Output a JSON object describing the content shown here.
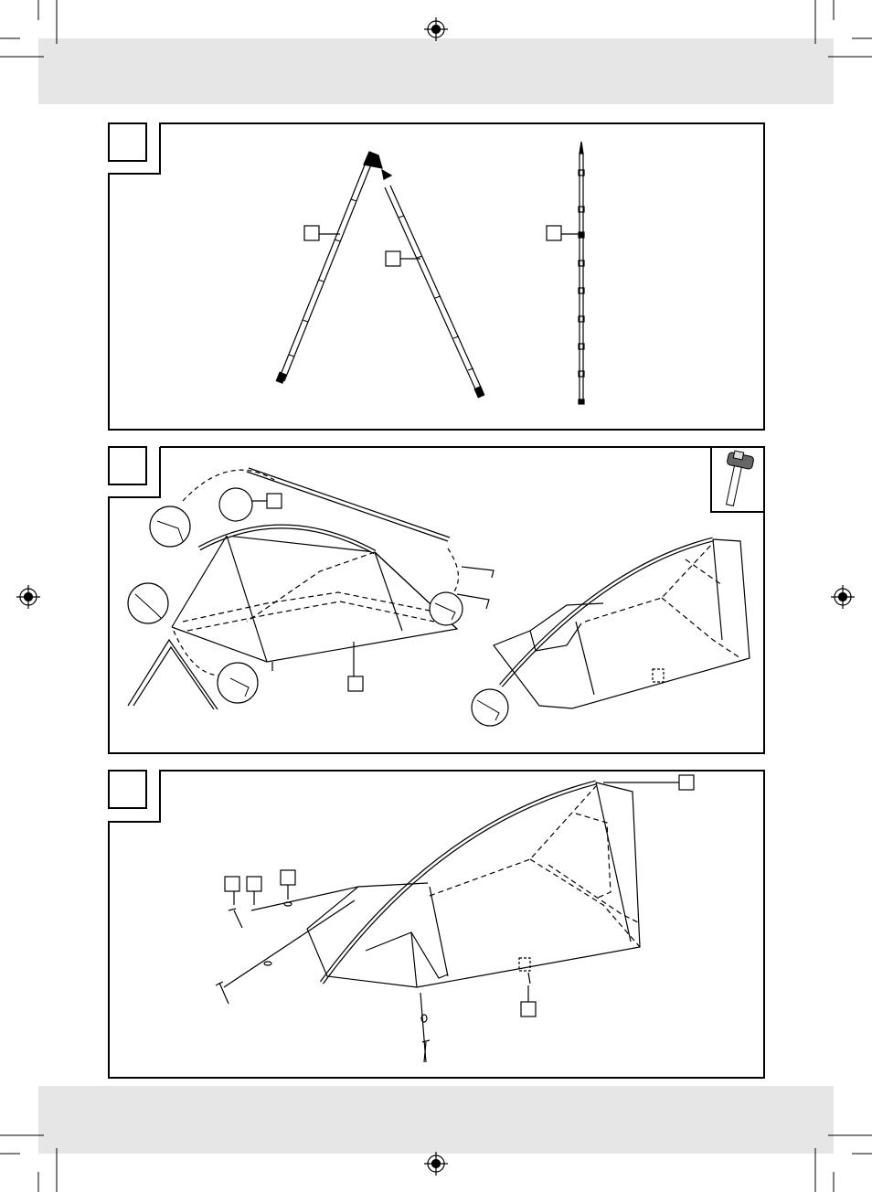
{
  "page": {
    "header_band_text": "",
    "footer_band_text": ""
  },
  "panels": [
    {
      "id": "step-1",
      "step_number": "",
      "callouts": [
        "",
        "",
        ""
      ]
    },
    {
      "id": "step-2",
      "step_number": "",
      "callouts": [
        "",
        ""
      ],
      "tool_icon": "hammer-icon"
    },
    {
      "id": "step-3",
      "step_number": "",
      "callouts": [
        "",
        "",
        "",
        "",
        ""
      ]
    }
  ],
  "colors": {
    "line": "#1a1a1a",
    "band": "#e6e6e6"
  }
}
